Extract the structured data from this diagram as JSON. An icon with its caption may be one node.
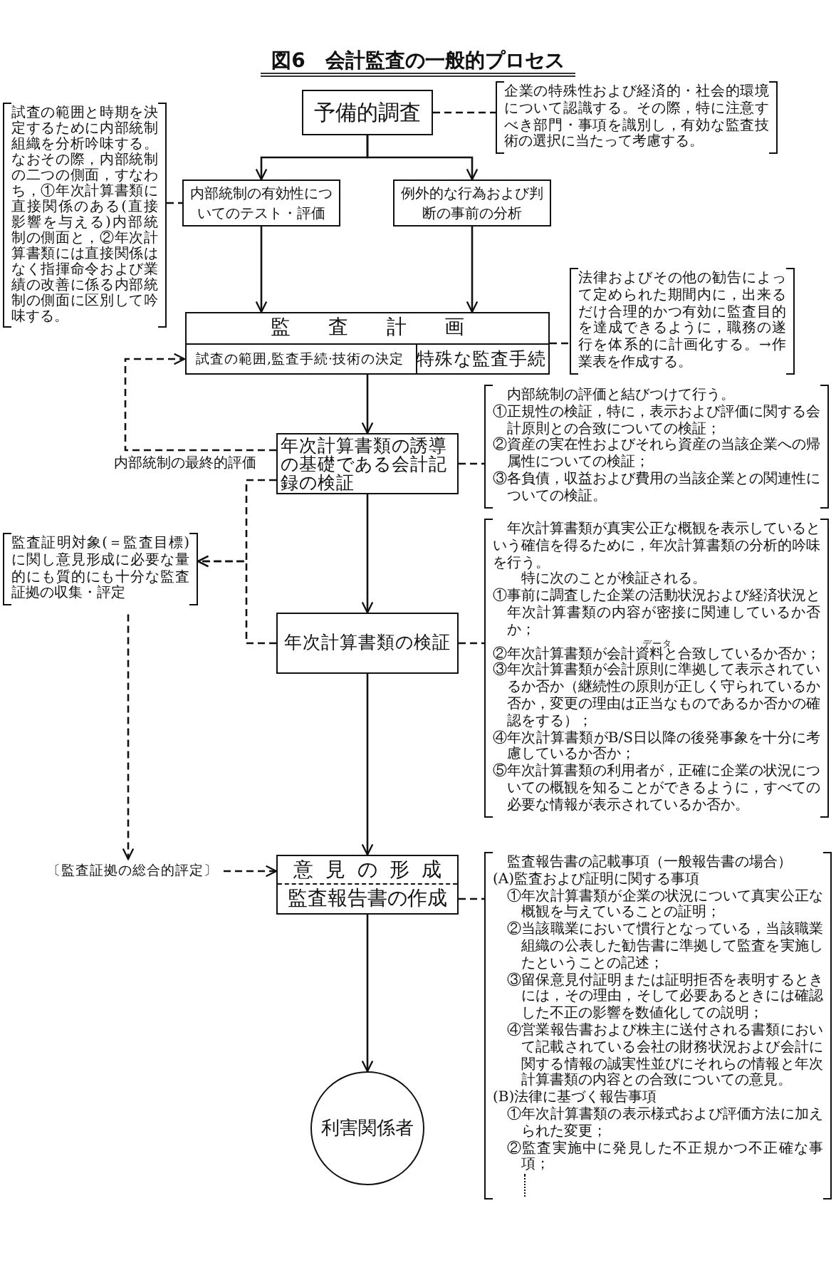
{
  "diagram": {
    "title": "図6　会計監査の一般的プロセス",
    "nodes": [
      {
        "text": [
          "予備的調査"
        ]
      },
      {
        "text": [
          "企業の特殊性および経済的・社会的環境について認識する。その際，特に注意すべき部門・事項を識別し，有効な監査技術の選択に当たって考慮する。"
        ]
      },
      {
        "text": [
          "試査の範囲と時期を決定するために内部統制組織を分析吟味する。なおその際，内部統制の二つの側面，すなわち，①年次計算書類に直接関係のある(直接影響を与える)内部統制の側面と，②年次計算書類には直接関係はなく指揮命令および業績の改善に係る内部統制の側面に区別して吟味する。"
        ]
      },
      {
        "text": [
          "内部統制の有効性についてのテスト・評価"
        ]
      },
      {
        "text": [
          "例外的な行為および判断の事前の分析"
        ]
      },
      {
        "text": [
          "監査計画"
        ]
      },
      {
        "text": [
          "試査の範囲,監査手続·技術の決定"
        ],
        "in": 5
      },
      {
        "text": [
          "特殊な監査手続"
        ],
        "in": 5
      },
      {
        "text": [
          "法律およびその他の勧告によって定められた期間内に，出来るだけ合理的かつ有効に監査目的を達成できるように，職務の遂行を体系的に計画化する。→作業表を作成する。"
        ]
      },
      {
        "text": [
          "年次計算書類の誘導の基礎である会計記録の検証"
        ]
      },
      {
        "text": [
          "内部統制の評価と結びつけて行う。",
          "①正規性の検証，特に，表示および評価に関する会計原則との合致についての検証；",
          "②資産の実在性およびそれら資産の当該企業への帰属性についての検証；",
          "③各負債，収益および費用の当該企業との関連性についての検証。"
        ]
      },
      {
        "text": [
          "監査証明対象(＝監査目標)に関し意見形成に必要な量的にも質的にも十分な監査証拠の収集・評定"
        ]
      },
      {
        "text": [
          "年次計算書類の検証"
        ]
      },
      {
        "text": [
          "年次計算書類が真実公正な概観を表示しているという確信を得るために，年次計算書類の分析的吟味を行う。",
          "特に次のことが検証される。",
          "①事前に調査した企業の活動状況および経済状況と年次計算書類の内容が密接に関連しているか否か；",
          "②年次計算書類が会計資料と合致しているか否か；",
          "③年次計算書類が会計原則に準拠して表示されているか否か（継続性の原則が正しく守られているか否か，変更の理由は正当なものであるか否かの確認をする）；",
          "④年次計算書類がB/S日以降の後発事象を十分に考慮しているか否か；",
          "⑤年次計算書類の利用者が，正確に企業の状況についての概観を知ることができるように，すべての必要な情報が表示されているか否か。"
        ]
      },
      {
        "text": [
          "〔監査証拠の総合的評定〕"
        ]
      },
      {
        "text": [
          "意見の形成",
          "監査報告書の作成"
        ]
      },
      {
        "text": [
          "監査報告書の記載事項（一般報告書の場合）",
          "(A)監査および証明に関する事項",
          "①年次計算書類が企業の状況について真実公正な概観を与えていることの証明；",
          "②当該職業において慣行となっている，当該職業組織の公表した勧告書に準拠して監査を実施したということの記述；",
          "③留保意見付証明または証明拒否を表明するときには，その理由，そして必要あるときには確認した不正の影響を数値化しての説明；",
          "④営業報告書および株主に送付される書類において記載されている会社の財務状況および会計に関する情報の誠実性並びにそれらの情報と年次計算書類の内容との合致についての意見。",
          "(B)法律に基づく報告事項",
          "①年次計算書類の表示様式および評価方法に加えられた変更；",
          "②監査実施中に発見した不正規かつ不正確な事項；"
        ]
      },
      {
        "text": [
          "利害関係者"
        ]
      }
    ],
    "edges": [
      {
        "from": 0,
        "to": 3,
        "arrow": "to"
      },
      {
        "from": 0,
        "to": 4,
        "arrow": "to"
      },
      {
        "from": 0,
        "to": 1,
        "arrow": "none",
        "style": "dashed"
      },
      {
        "from": 2,
        "to": 3,
        "arrow": "none",
        "style": "dashed"
      },
      {
        "from": 3,
        "to": 5,
        "arrow": "to"
      },
      {
        "from": 4,
        "to": 5,
        "arrow": "to"
      },
      {
        "from": 5,
        "to": 8,
        "arrow": "none",
        "style": "dashed"
      },
      {
        "from": 5,
        "to": 9,
        "arrow": "to"
      },
      {
        "from": 9,
        "to": 6,
        "arrow": "to",
        "style": "dashed",
        "label": "内部統制の最終的評価"
      },
      {
        "from": 9,
        "to": 10,
        "arrow": "none",
        "style": "dashed"
      },
      {
        "from": 9,
        "to": 11,
        "arrow": "to",
        "style": "dashed"
      },
      {
        "from": 12,
        "to": 11,
        "arrow": "to",
        "style": "dashed"
      },
      {
        "from": 9,
        "to": 12,
        "arrow": "to"
      },
      {
        "from": 12,
        "to": 13,
        "arrow": "none",
        "style": "dashed"
      },
      {
        "from": 12,
        "to": 15,
        "arrow": "to"
      },
      {
        "from": 11,
        "to": 14,
        "arrow": "to",
        "style": "dashed"
      },
      {
        "from": 14,
        "to": 15,
        "arrow": "to",
        "style": "dashed"
      },
      {
        "from": 15,
        "to": 16,
        "arrow": "none",
        "style": "dashed"
      },
      {
        "from": 15,
        "to": 17,
        "arrow": "to"
      }
    ],
    "labels": [
      "データ"
    ]
  }
}
